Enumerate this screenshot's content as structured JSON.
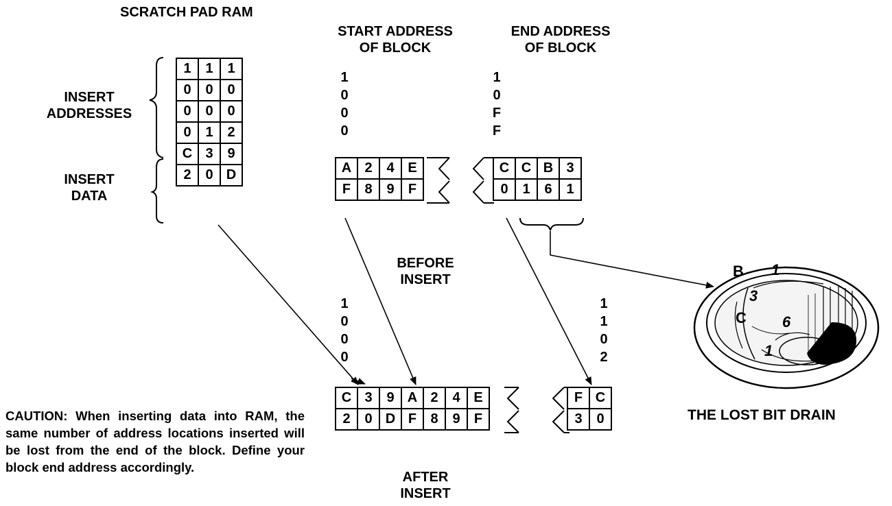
{
  "labels": {
    "scratch_pad": "SCRATCH PAD RAM",
    "start_address": [
      "START ADDRESS",
      "OF BLOCK"
    ],
    "end_address": [
      "END ADDRESS",
      "OF BLOCK"
    ],
    "insert_addresses": [
      "INSERT",
      "ADDRESSES"
    ],
    "insert_data": [
      "INSERT",
      "DATA"
    ],
    "before_insert": [
      "BEFORE",
      "INSERT"
    ],
    "after_insert": [
      "AFTER",
      "INSERT"
    ],
    "drain": "THE LOST BIT DRAIN",
    "caution": "CAUTION: When inserting data into RAM, the same number of address locations inserted will be lost from the end of the block. Define your block end address accordingly."
  },
  "scratch_pad_rows": [
    [
      "1",
      "1",
      "1"
    ],
    [
      "0",
      "0",
      "0"
    ],
    [
      "0",
      "0",
      "0"
    ],
    [
      "0",
      "1",
      "2"
    ],
    [
      "C",
      "3",
      "9"
    ],
    [
      "2",
      "0",
      "D"
    ]
  ],
  "before": {
    "start_address": [
      "1",
      "0",
      "0",
      "0"
    ],
    "end_address": [
      "1",
      "0",
      "F",
      "F"
    ],
    "start_rows": [
      [
        "A",
        "2",
        "4",
        "E"
      ],
      [
        "F",
        "8",
        "9",
        "F"
      ]
    ],
    "end_rows": [
      [
        "C",
        "C",
        "B",
        "3"
      ],
      [
        "0",
        "1",
        "6",
        "1"
      ]
    ]
  },
  "after": {
    "start_address": [
      "1",
      "0",
      "0",
      "0"
    ],
    "end_address": [
      "1",
      "1",
      "0",
      "2"
    ],
    "start_rows": [
      [
        "C",
        "3",
        "9",
        "A",
        "2",
        "4",
        "E"
      ],
      [
        "2",
        "0",
        "D",
        "F",
        "8",
        "9",
        "F"
      ]
    ],
    "end_rows": [
      [
        "F",
        "C"
      ],
      [
        "3",
        "0"
      ]
    ]
  },
  "drain_digits": [
    "B",
    "1",
    "3",
    "C",
    "6",
    "1"
  ]
}
